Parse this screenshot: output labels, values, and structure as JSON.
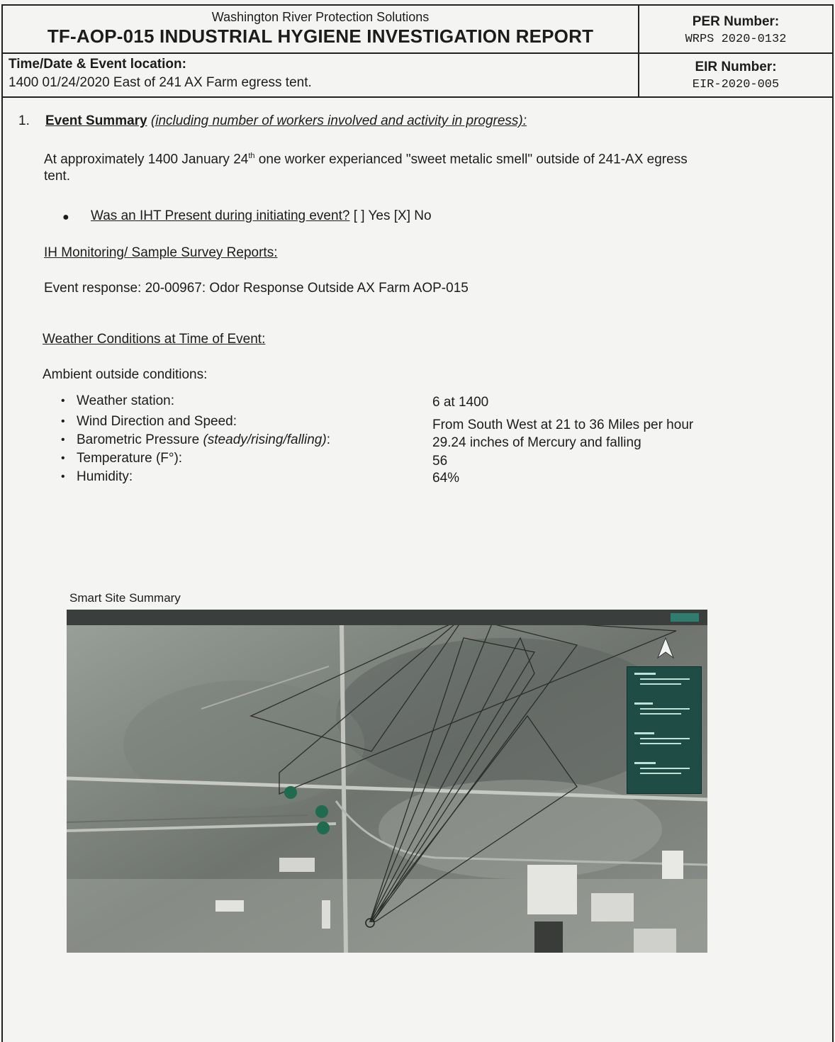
{
  "header": {
    "organization": "Washington River Protection Solutions",
    "title": "TF-AOP-015 INDUSTRIAL HYGIENE INVESTIGATION REPORT",
    "per_label": "PER Number:",
    "per_value": "WRPS 2020-0132",
    "location_label": "Time/Date & Event location:",
    "location_value": "1400 01/24/2020 East of 241 AX Farm egress tent.",
    "eir_label": "EIR Number:",
    "eir_value": "EIR-2020-005"
  },
  "section1": {
    "number": "1.",
    "heading": "Event Summary",
    "heading_note": "(including number of workers involved and activity in progress):",
    "summary_line1_a": "At approximately 1400 January 24",
    "summary_line1_sup": "th",
    "summary_line1_b": " one worker experianced \"sweet metalic smell\" outside of 241-AX egress",
    "summary_line2": "tent.",
    "iht_question": "Was an IHT Present during initiating event?",
    "iht_answer": "[ ] Yes  [X] No",
    "monitoring_heading": "IH Monitoring/ Sample Survey Reports:",
    "event_response": "Event response: 20-00967: Odor Response Outside AX Farm AOP-015",
    "weather_heading": "Weather Conditions at Time of Event:",
    "ambient_label": "Ambient outside conditions:"
  },
  "weather": [
    {
      "label": "Weather station:",
      "value": "6 at 1400"
    },
    {
      "label": "Wind Direction and Speed:",
      "value": "From South West at 21 to 36 Miles per hour"
    },
    {
      "label_a": "Barometric Pressure ",
      "label_i": "(steady/rising/falling)",
      "label_b": ":",
      "value": "29.24 inches of Mercury and falling"
    },
    {
      "label": "Temperature (F°):",
      "value": "56"
    },
    {
      "label": "Humidity:",
      "value": "64%"
    }
  ],
  "map": {
    "caption": "Smart Site Summary",
    "marker_color": "#1e6b4f",
    "legend_color": "#1f4d46"
  }
}
